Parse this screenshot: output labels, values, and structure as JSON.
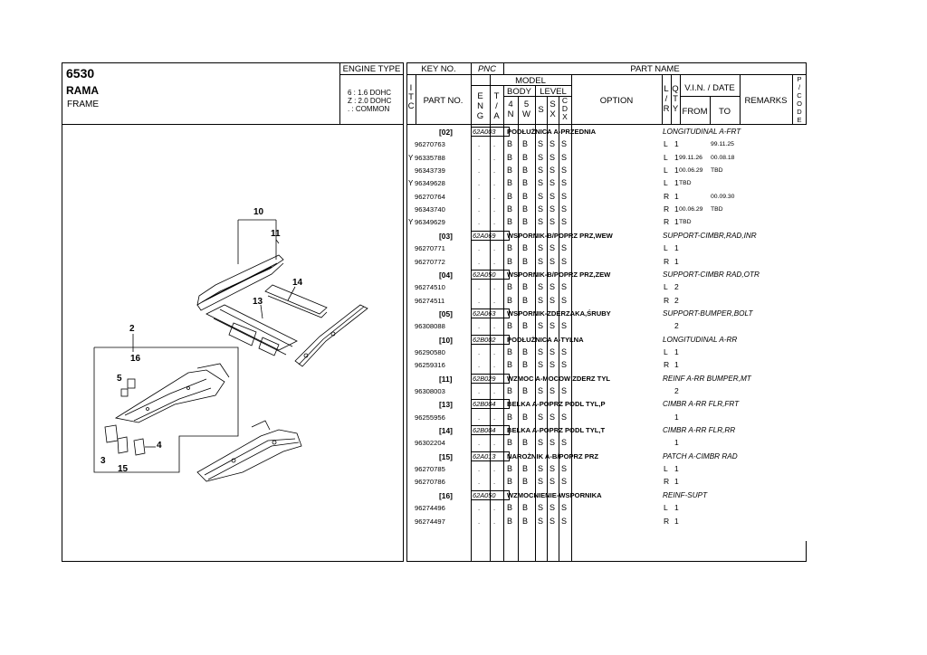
{
  "title_block": {
    "code": "6530",
    "name": "RAMA",
    "subtitle": "FRAME"
  },
  "engine_type": {
    "label": "ENGINE TYPE",
    "lines": [
      "6 : 1.6 DOHC",
      "Z : 2.0 DOHC",
      ". : COMMON"
    ]
  },
  "header": {
    "key_no": "KEY NO.",
    "pnc": "PNC",
    "part_name": "PART NAME",
    "itc": "I\nT\nC",
    "part_no": "PART NO.",
    "model": "MODEL",
    "eng": "E\nN\nG",
    "ta": "T\n/\nA",
    "body": "BODY",
    "level": "LEVEL",
    "body4": "4\nN",
    "body5": "5\nW",
    "s": "S",
    "sx": "S\nX",
    "cdx": "C\nD\nX",
    "option": "OPTION",
    "lr": "L\n/\nR",
    "qty": "Q\nT\nY",
    "vin_date": "V.I.N. / DATE",
    "from": "FROM",
    "to": "TO",
    "remarks": "REMARKS",
    "pcode": "P\n/\nC\nO\nD\nE"
  },
  "sections": [
    {
      "key": "[02]",
      "pnc": "62A003",
      "name": "PODŁUŻNICA A-PRZEDNIA",
      "option": "LONGITUDINAL A-FRT",
      "parts": [
        {
          "itc": "",
          "no": "96270763",
          "lr": "L",
          "qty": "1",
          "from": "",
          "to": "99.11.25"
        },
        {
          "itc": "Y",
          "no": "96335788",
          "lr": "L",
          "qty": "1",
          "from": "99.11.26",
          "to": "00.08.18"
        },
        {
          "itc": "",
          "no": "96343739",
          "lr": "L",
          "qty": "1",
          "from": "00.06.29",
          "to": "TBD"
        },
        {
          "itc": "Y",
          "no": "96349628",
          "lr": "L",
          "qty": "1",
          "from": "TBD",
          "to": ""
        },
        {
          "itc": "",
          "no": "96270764",
          "lr": "R",
          "qty": "1",
          "from": "",
          "to": "00.09.30"
        },
        {
          "itc": "",
          "no": "96343740",
          "lr": "R",
          "qty": "1",
          "from": "00.06.29",
          "to": "TBD"
        },
        {
          "itc": "Y",
          "no": "96349629",
          "lr": "R",
          "qty": "1",
          "from": "TBD",
          "to": ""
        }
      ]
    },
    {
      "key": "[03]",
      "pnc": "62A069",
      "name": "WSPORNIK-B/POPRZ PRZ,WEW",
      "option": "SUPPORT-CIMBR,RAD,INR",
      "parts": [
        {
          "itc": "",
          "no": "96270771",
          "lr": "L",
          "qty": "1",
          "from": "",
          "to": ""
        },
        {
          "itc": "",
          "no": "96270772",
          "lr": "R",
          "qty": "1",
          "from": "",
          "to": ""
        }
      ]
    },
    {
      "key": "[04]",
      "pnc": "62A050",
      "name": "WSPORNIK-B/POPRZ PRZ,ZEW",
      "option": "SUPPORT-CIMBR RAD,OTR",
      "parts": [
        {
          "itc": "",
          "no": "96274510",
          "lr": "L",
          "qty": "2",
          "from": "",
          "to": ""
        },
        {
          "itc": "",
          "no": "96274511",
          "lr": "R",
          "qty": "2",
          "from": "",
          "to": ""
        }
      ]
    },
    {
      "key": "[05]",
      "pnc": "62A063",
      "name": "WSPORNIK-ZDERZAKA,ŚRUBY",
      "option": "SUPPORT-BUMPER,BOLT",
      "parts": [
        {
          "itc": "",
          "no": "96308088",
          "lr": "",
          "qty": "2",
          "from": "",
          "to": ""
        }
      ]
    },
    {
      "key": "[10]",
      "pnc": "62B002",
      "name": "PODŁUŻNICA A-TYLNA",
      "option": "LONGITUDINAL A-RR",
      "parts": [
        {
          "itc": "",
          "no": "96290580",
          "lr": "L",
          "qty": "1",
          "from": "",
          "to": ""
        },
        {
          "itc": "",
          "no": "96259316",
          "lr": "R",
          "qty": "1",
          "from": "",
          "to": ""
        }
      ]
    },
    {
      "key": "[11]",
      "pnc": "62B029",
      "name": "WZMOC A-MOCOW ZDERZ TYL",
      "option": "REINF A-RR BUMPER,MT",
      "parts": [
        {
          "itc": "",
          "no": "96308003",
          "lr": "",
          "qty": "2",
          "from": "",
          "to": ""
        }
      ]
    },
    {
      "key": "[13]",
      "pnc": "62B004",
      "name": "BELKA A-POPRZ PODL TYL,P",
      "option": "CIMBR A-RR FLR,FRT",
      "parts": [
        {
          "itc": "",
          "no": "96255956",
          "lr": "",
          "qty": "1",
          "from": "",
          "to": ""
        }
      ]
    },
    {
      "key": "[14]",
      "pnc": "62B004",
      "name": "BELKA A-POPRZ PODL TYL,T",
      "option": "CIMBR A-RR FLR,RR",
      "parts": [
        {
          "itc": "",
          "no": "96302204",
          "lr": "",
          "qty": "1",
          "from": "",
          "to": ""
        }
      ]
    },
    {
      "key": "[15]",
      "pnc": "62A013",
      "name": "NAROŻNIK A-B/POPRZ PRZ",
      "option": "PATCH A-CIMBR RAD",
      "parts": [
        {
          "itc": "",
          "no": "96270785",
          "lr": "L",
          "qty": "1",
          "from": "",
          "to": ""
        },
        {
          "itc": "",
          "no": "96270786",
          "lr": "R",
          "qty": "1",
          "from": "",
          "to": ""
        }
      ]
    },
    {
      "key": "[16]",
      "pnc": "62A050",
      "name": "WZMOCNIENIE-WSPORNIKA",
      "option": "REINF-SUPT",
      "parts": [
        {
          "itc": "",
          "no": "96274496",
          "lr": "L",
          "qty": "1",
          "from": "",
          "to": ""
        },
        {
          "itc": "",
          "no": "96274497",
          "lr": "R",
          "qty": "1",
          "from": "",
          "to": ""
        }
      ]
    }
  ],
  "model_marks": {
    "eng": ".",
    "ta": ".",
    "b4": "B",
    "b5": "B",
    "s": "S",
    "sx": "S",
    "cdx": "S"
  },
  "diagram_labels": [
    "10",
    "11",
    "14",
    "13",
    "2",
    "16",
    "5",
    "4",
    "3",
    "15"
  ]
}
